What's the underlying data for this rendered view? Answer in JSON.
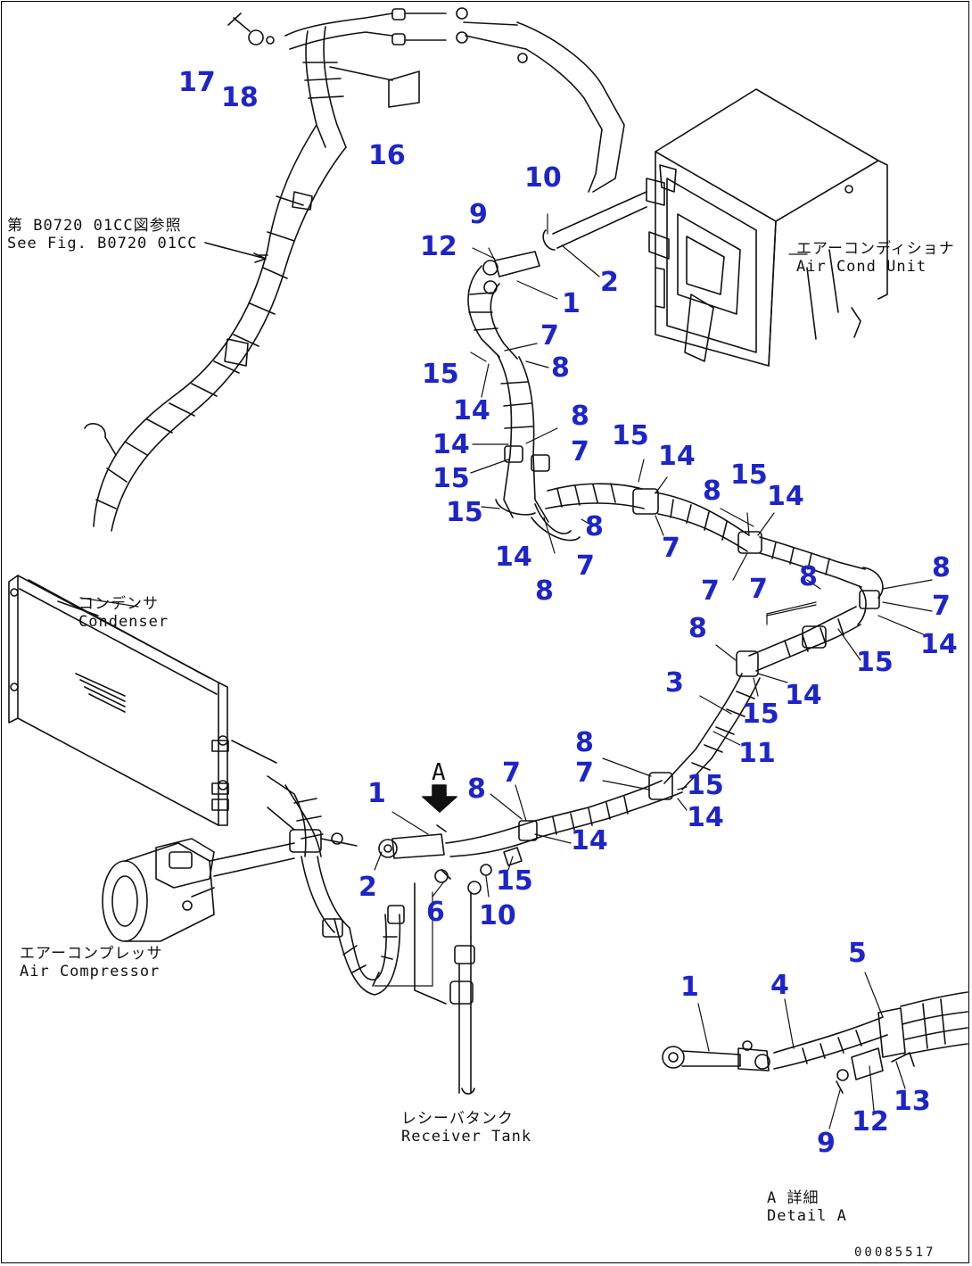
{
  "diagram": {
    "drawing_code": "00085517",
    "labels": {
      "see_fig": {
        "jp": "第 B0720 01CC図参照",
        "en": "See Fig. B0720 01CC"
      },
      "air_cond_unit": {
        "jp": "エアーコンディショナ",
        "en": "Air Cond Unit"
      },
      "condenser": {
        "jp": "コンデンサ",
        "en": "Condenser"
      },
      "compressor": {
        "jp": "エアーコンプレッサ",
        "en": "Air Compressor"
      },
      "receiver_tank": {
        "jp": "レシーバタンク",
        "en": "Receiver Tank"
      },
      "detail_a": {
        "jp": "A 詳細",
        "en": "Detail A"
      },
      "view_arrow": "A"
    },
    "callouts": [
      {
        "id": "c17",
        "text": "17"
      },
      {
        "id": "c18",
        "text": "18"
      },
      {
        "id": "c16",
        "text": "16"
      },
      {
        "id": "c10a",
        "text": "10"
      },
      {
        "id": "c9a",
        "text": "9"
      },
      {
        "id": "c12a",
        "text": "12"
      },
      {
        "id": "c2a",
        "text": "2"
      },
      {
        "id": "c1a",
        "text": "1"
      },
      {
        "id": "c7a",
        "text": "7"
      },
      {
        "id": "c15a",
        "text": "15"
      },
      {
        "id": "c8a",
        "text": "8"
      },
      {
        "id": "c14a",
        "text": "14"
      },
      {
        "id": "c8b",
        "text": "8"
      },
      {
        "id": "c14b",
        "text": "14"
      },
      {
        "id": "c7b",
        "text": "7"
      },
      {
        "id": "c15b",
        "text": "15"
      },
      {
        "id": "c15c",
        "text": "15"
      },
      {
        "id": "c15d",
        "text": "15"
      },
      {
        "id": "c14c",
        "text": "14"
      },
      {
        "id": "c8c",
        "text": "8"
      },
      {
        "id": "c15e",
        "text": "15"
      },
      {
        "id": "c14d",
        "text": "14"
      },
      {
        "id": "c8d",
        "text": "8"
      },
      {
        "id": "c7c",
        "text": "7"
      },
      {
        "id": "c14e",
        "text": "14"
      },
      {
        "id": "c7d",
        "text": "7"
      },
      {
        "id": "c8e",
        "text": "8"
      },
      {
        "id": "c7e",
        "text": "7"
      },
      {
        "id": "c7f",
        "text": "7"
      },
      {
        "id": "c8f",
        "text": "8"
      },
      {
        "id": "c8g",
        "text": "8"
      },
      {
        "id": "c7g",
        "text": "7"
      },
      {
        "id": "c14f",
        "text": "14"
      },
      {
        "id": "c8h",
        "text": "8"
      },
      {
        "id": "c15f",
        "text": "15"
      },
      {
        "id": "c14g",
        "text": "14"
      },
      {
        "id": "c15g",
        "text": "15"
      },
      {
        "id": "c3",
        "text": "3"
      },
      {
        "id": "c11",
        "text": "11"
      },
      {
        "id": "c8i",
        "text": "8"
      },
      {
        "id": "c7h",
        "text": "7"
      },
      {
        "id": "c15h",
        "text": "15"
      },
      {
        "id": "c14h",
        "text": "14"
      },
      {
        "id": "c1b",
        "text": "1"
      },
      {
        "id": "c8j",
        "text": "8"
      },
      {
        "id": "c7i",
        "text": "7"
      },
      {
        "id": "c14i",
        "text": "14"
      },
      {
        "id": "c2b",
        "text": "2"
      },
      {
        "id": "c6",
        "text": "6"
      },
      {
        "id": "c10b",
        "text": "10"
      },
      {
        "id": "c15i",
        "text": "15"
      },
      {
        "id": "c1c",
        "text": "1"
      },
      {
        "id": "c4",
        "text": "4"
      },
      {
        "id": "c5",
        "text": "5"
      },
      {
        "id": "c13",
        "text": "13"
      },
      {
        "id": "c12b",
        "text": "12"
      },
      {
        "id": "c9b",
        "text": "9"
      }
    ]
  }
}
